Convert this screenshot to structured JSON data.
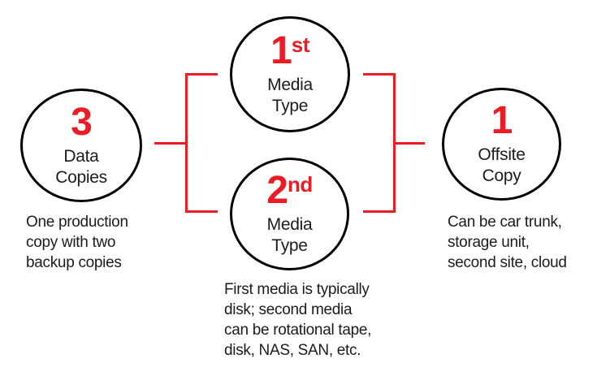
{
  "colors": {
    "accent_red": "#EC1C24",
    "circle_stroke": "#000000",
    "text": "#1c1c1c",
    "background": "#ffffff"
  },
  "circles": [
    {
      "number": "3",
      "ordinal": "",
      "label": [
        "Data",
        "Copies"
      ]
    },
    {
      "number": "1",
      "ordinal": "st",
      "label": [
        "Media",
        "Type"
      ]
    },
    {
      "number": "2",
      "ordinal": "nd",
      "label": [
        "Media",
        "Type"
      ]
    },
    {
      "number": "1",
      "ordinal": "",
      "label": [
        "Offsite",
        "Copy"
      ]
    }
  ],
  "captions": [
    {
      "lines": [
        "One production",
        "copy with two",
        "backup copies"
      ]
    },
    {
      "lines": [
        "First media is typically",
        "disk; second media",
        "can be rotational tape,",
        "disk, NAS, SAN, etc."
      ]
    },
    {
      "lines": [
        "Can be car trunk,",
        "storage unit,",
        "second site, cloud"
      ]
    }
  ]
}
